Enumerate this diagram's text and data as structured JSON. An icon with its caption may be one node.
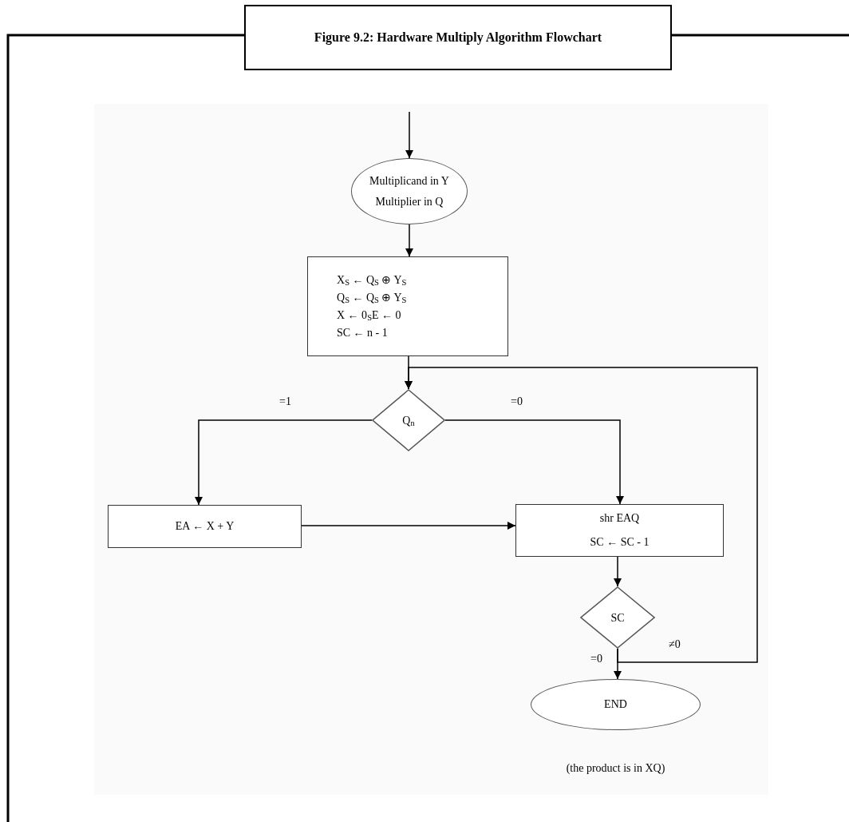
{
  "diagram": {
    "title": "Figure 9.2: Hardware Multiply Algorithm Flowchart",
    "nodes": [
      {
        "text": [
          "Multiplicand in Y",
          "Multiplier in Q"
        ]
      },
      {
        "text": [
          "X$_{S}$ ← Q$_{S}$ ⊕ Y$_{S}$",
          "Q$_{S}$ ← Q$_{S}$ ⊕ Y$_{S}$",
          "X ← 0$_{S}$E ← 0",
          "SC ← n - 1"
        ]
      },
      {
        "text": [
          "Q$_{n}$"
        ]
      },
      {
        "text": [
          "EA ← X + Y"
        ]
      },
      {
        "text": [
          "shr EAQ",
          "SC ← SC - 1"
        ]
      },
      {
        "text": [
          "SC"
        ]
      },
      {
        "text": [
          "END"
        ],
        "beside": [
          "(the product is in XQ)"
        ]
      }
    ],
    "edges": [
      {
        "from": null,
        "to": 0,
        "arrow": "to"
      },
      {
        "from": 0,
        "to": 1,
        "arrow": "to"
      },
      {
        "from": 1,
        "to": 2,
        "arrow": "to"
      },
      {
        "from": 2,
        "to": 3,
        "arrow": "to",
        "label": "=1"
      },
      {
        "from": 2,
        "to": 4,
        "arrow": "to",
        "label": "=0"
      },
      {
        "from": 3,
        "to": 4,
        "arrow": "to"
      },
      {
        "from": 4,
        "to": 5,
        "arrow": "to"
      },
      {
        "from": 5,
        "to": 6,
        "arrow": "to",
        "label": "=0"
      },
      {
        "from": 5,
        "to": 2,
        "arrow": "to",
        "label": "≠0"
      }
    ]
  }
}
